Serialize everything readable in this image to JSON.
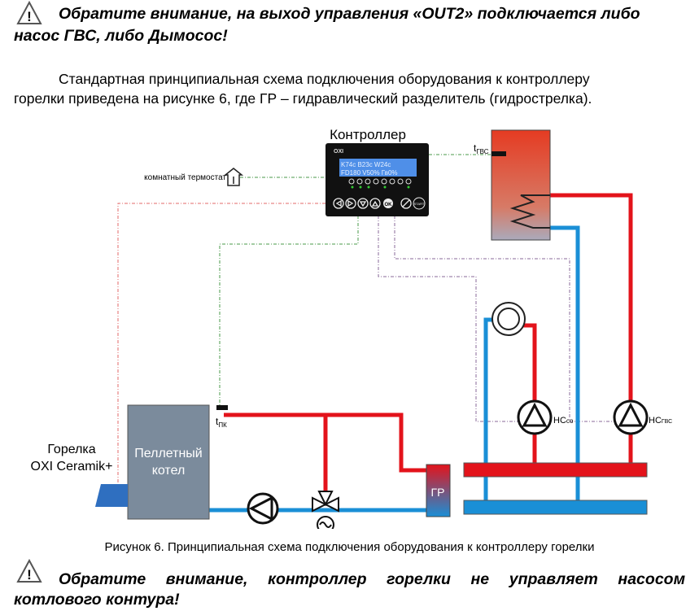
{
  "warning_top": {
    "line1": "Обратите внимание, на выход управления «OUT2» подключается либо",
    "line2": "насос ГВС, либо Дымосос!"
  },
  "paragraph": {
    "line1": "Стандартная принципиальная схема подключения оборудования к контроллеру",
    "line2": "горелки приведена на рисунке 6, где ГР – гидравлический разделитель (гидрострелка)."
  },
  "diagram": {
    "controller_title": "Контроллер",
    "display_line1": "K74c B23c W24c",
    "display_line2": "FD180 V50% Гв0%",
    "ok_label": "OK",
    "start_label": "START",
    "brand": "OXI",
    "room_thermostat": "комнатный термостат",
    "t_gvs": "t",
    "t_gvs_sub": "ГВС",
    "t_pk": "t",
    "t_pk_sub": "ПК",
    "burner_line1": "Горелка",
    "burner_line2": "OXI Ceramik+",
    "boiler_line1": "Пеллетный",
    "boiler_line2": "котел",
    "gr_label": "ГР",
    "pump_co": "НС",
    "pump_co_sub": "со",
    "pump_gvs": "НС",
    "pump_gvs_sub": "ГВС",
    "colors": {
      "hot": "#e3131b",
      "cold": "#1a8fd6",
      "boiler": "#7b8b9c"
    }
  },
  "caption": "Рисунок 6. Принципиальная схема подключения оборудования к контроллеру горелки",
  "warning_bottom": {
    "line1": "Обратите внимание, контроллер горелки не управляет насосом",
    "line2": "котлового контура!"
  }
}
